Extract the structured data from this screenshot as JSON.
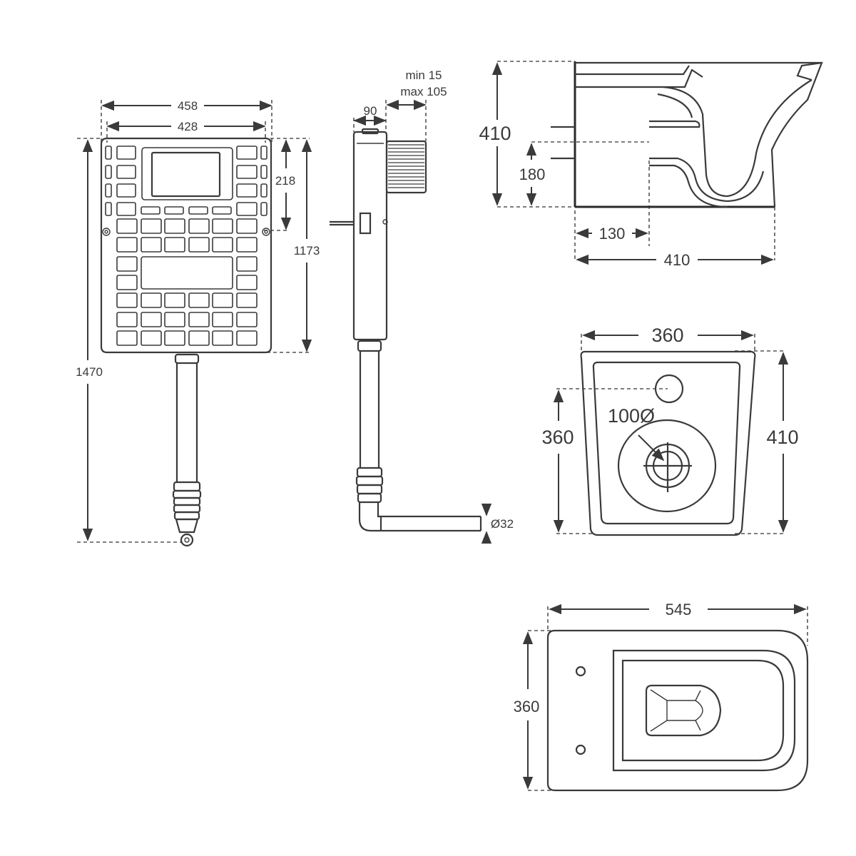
{
  "cistern_front": {
    "dim_outer_width": "458",
    "dim_inner_width": "428",
    "dim_frame_height": "1173",
    "dim_total_height": "1470",
    "dim_window_height": "218"
  },
  "cistern_side": {
    "dim_depth": "90",
    "dim_adjust_min": "min 15",
    "dim_adjust_max": "max 105",
    "dim_pipe_diameter": "Ø32"
  },
  "pan_side": {
    "dim_height": "410",
    "dim_outlet_height": "180",
    "dim_outlet_offset": "130",
    "dim_depth": "410"
  },
  "pan_top": {
    "dim_width": "360",
    "dim_outlet_center": "360",
    "dim_depth": "410",
    "dim_outlet_diameter": "100Ø"
  },
  "seat_top": {
    "dim_length": "545",
    "dim_width": "360"
  }
}
